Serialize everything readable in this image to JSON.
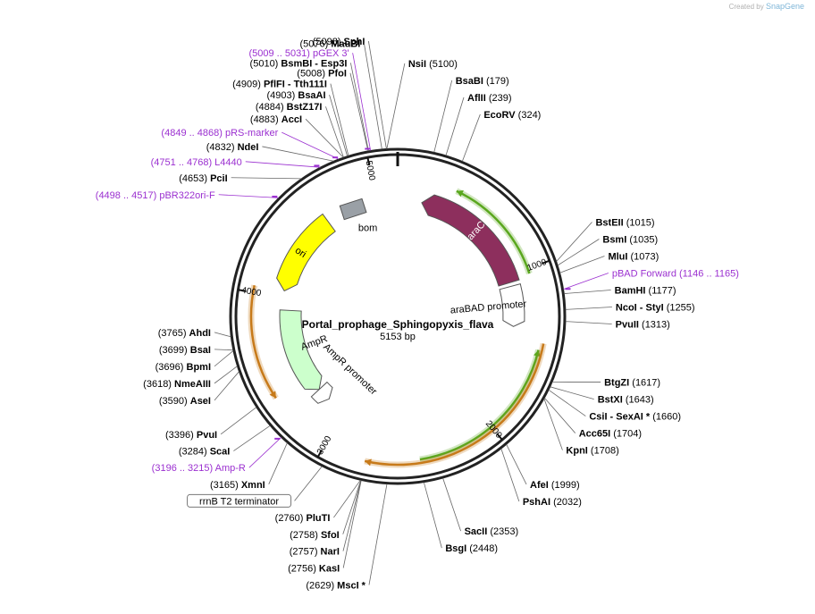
{
  "credit": {
    "prefix": "Created by",
    "brand": "SnapGene"
  },
  "plasmid": {
    "name": "Portal_prophage_Sphingopyxis_flava",
    "size_label": "5153 bp",
    "length": 5153
  },
  "ticks": [
    "1000",
    "2000",
    "3000",
    "4000",
    "5000"
  ],
  "features": [
    {
      "name": "araC",
      "start": 171,
      "end": 1049,
      "strand": -1,
      "color": "#8d2f5d",
      "label_inside": true
    },
    {
      "name": "araBAD promoter",
      "start": 1076,
      "end": 1360,
      "strand": 1,
      "color": "#ffffff"
    },
    {
      "name": "ori",
      "start": 4046,
      "end": 4634,
      "strand": -1,
      "color": "#ffff00"
    },
    {
      "name": "bom",
      "start": 4780,
      "end": 4880,
      "strand": 0,
      "color": "#9aa0a6"
    },
    {
      "name": "AmpR",
      "start": 3250,
      "end": 3910,
      "strand": -1,
      "color": "#ccffcc"
    },
    {
      "name": "AmpR promoter",
      "start": 3145,
      "end": 3250,
      "strand": -1,
      "color": "#ffffff"
    }
  ],
  "orfs": [
    {
      "start": 360,
      "end": 1030,
      "color": "#5aa71e"
    },
    {
      "start": 1480,
      "end": 2450,
      "color": "#5aa71e"
    },
    {
      "start": 1440,
      "end": 2760,
      "color": "#c77a1a"
    },
    {
      "start": 3380,
      "end": 4040,
      "color": "#c77a1a"
    }
  ],
  "site_labels": [
    {
      "pos": "(5098)",
      "name": "SphI",
      "end": 5098,
      "side": "left"
    },
    {
      "pos": "(5076)",
      "name": "MauBI",
      "end": 5076,
      "side": "left"
    },
    {
      "pos": "(5010)",
      "name": "BsmBI   - Esp3I",
      "end": 5010,
      "side": "left"
    },
    {
      "pos": "(5008)",
      "name": "PfoI",
      "end": 5008,
      "side": "left"
    },
    {
      "pos": "(4909)",
      "name": "PflFI   - Tth111I",
      "end": 4909,
      "side": "left"
    },
    {
      "pos": "(4903)",
      "name": "BsaAI",
      "end": 4903,
      "side": "left"
    },
    {
      "pos": "(4884)",
      "name": "BstZ17I",
      "end": 4884,
      "side": "left"
    },
    {
      "pos": "(4883)",
      "name": "AccI",
      "end": 4883,
      "side": "left"
    },
    {
      "pos": "(4832)",
      "name": "NdeI",
      "end": 4832,
      "side": "left"
    },
    {
      "pos": "(4653)",
      "name": "PciI",
      "end": 4653,
      "side": "left"
    },
    {
      "pos": "(3765)",
      "name": "AhdI",
      "end": 3765,
      "side": "left"
    },
    {
      "pos": "(3699)",
      "name": "BsaI",
      "end": 3699,
      "side": "left"
    },
    {
      "pos": "(3696)",
      "name": "BpmI",
      "end": 3696,
      "side": "left"
    },
    {
      "pos": "(3618)",
      "name": "NmeAIII",
      "end": 3618,
      "side": "left"
    },
    {
      "pos": "(3590)",
      "name": "AseI",
      "end": 3590,
      "side": "left"
    },
    {
      "pos": "(3396)",
      "name": "PvuI",
      "end": 3396,
      "side": "left"
    },
    {
      "pos": "(3284)",
      "name": "ScaI",
      "end": 3284,
      "side": "left"
    },
    {
      "pos": "(3165)",
      "name": "XmnI",
      "end": 3165,
      "side": "left"
    },
    {
      "pos": "(2760)",
      "name": "PluTI",
      "end": 2760,
      "side": "left"
    },
    {
      "pos": "(2758)",
      "name": "SfoI",
      "end": 2758,
      "side": "left"
    },
    {
      "pos": "(2757)",
      "name": "NarI",
      "end": 2757,
      "side": "left"
    },
    {
      "pos": "(2756)",
      "name": "KasI",
      "end": 2756,
      "side": "left"
    },
    {
      "pos": "(2629)",
      "name": "MscI *",
      "end": 2629,
      "side": "left"
    },
    {
      "pos": "(5100)",
      "name": "NsiI",
      "end": 5100,
      "side": "right"
    },
    {
      "pos": "(179)",
      "name": "BsaBI",
      "end": 179,
      "side": "right"
    },
    {
      "pos": "(239)",
      "name": "AflII",
      "end": 239,
      "side": "right"
    },
    {
      "pos": "(324)",
      "name": "EcoRV",
      "end": 324,
      "side": "right"
    },
    {
      "pos": "(1015)",
      "name": "BstEII",
      "end": 1015,
      "side": "right"
    },
    {
      "pos": "(1035)",
      "name": "BsmI",
      "end": 1035,
      "side": "right"
    },
    {
      "pos": "(1073)",
      "name": "MluI",
      "end": 1073,
      "side": "right"
    },
    {
      "pos": "(1177)",
      "name": "BamHI",
      "end": 1177,
      "side": "right"
    },
    {
      "pos": "(1255)",
      "name": "NcoI   - StyI",
      "end": 1255,
      "side": "right"
    },
    {
      "pos": "(1313)",
      "name": "PvuII",
      "end": 1313,
      "side": "right"
    },
    {
      "pos": "(1617)",
      "name": "BtgZI",
      "end": 1617,
      "side": "right"
    },
    {
      "pos": "(1643)",
      "name": "BstXI",
      "end": 1643,
      "side": "right"
    },
    {
      "pos": "(1660)",
      "name": "CsiI   - SexAI *",
      "end": 1660,
      "side": "right"
    },
    {
      "pos": "(1704)",
      "name": "Acc65I",
      "end": 1704,
      "side": "right"
    },
    {
      "pos": "(1708)",
      "name": "KpnI",
      "end": 1708,
      "side": "right"
    },
    {
      "pos": "(1999)",
      "name": "AfeI",
      "end": 1999,
      "side": "right"
    },
    {
      "pos": "(2032)",
      "name": "PshAI",
      "end": 2032,
      "side": "right"
    },
    {
      "pos": "(2353)",
      "name": "SacII",
      "end": 2353,
      "side": "right"
    },
    {
      "pos": "(2448)",
      "name": "BsgI",
      "end": 2448,
      "side": "right"
    }
  ],
  "primer_labels": [
    {
      "text": "(5009 .. 5031)  pGEX 3'",
      "end": 5020,
      "side": "left"
    },
    {
      "text": "(4849 .. 4868)  pRS-marker",
      "end": 4858,
      "side": "left"
    },
    {
      "text": "(4751 .. 4768)  L4440",
      "end": 4760,
      "side": "left"
    },
    {
      "text": "(4498 .. 4517)  pBR322ori-F",
      "end": 4507,
      "side": "left"
    },
    {
      "text": "(3196 .. 3215)  Amp-R",
      "end": 3205,
      "side": "left"
    },
    {
      "text": "pBAD Forward     (1146 .. 1165)",
      "end": 1155,
      "side": "right"
    }
  ],
  "boxed_labels": [
    {
      "text": "rrnB T2 terminator",
      "end": 2960,
      "side": "left"
    }
  ],
  "colors": {
    "primer": "#9b30d0",
    "backbone": "#222222",
    "text": "#000000"
  }
}
